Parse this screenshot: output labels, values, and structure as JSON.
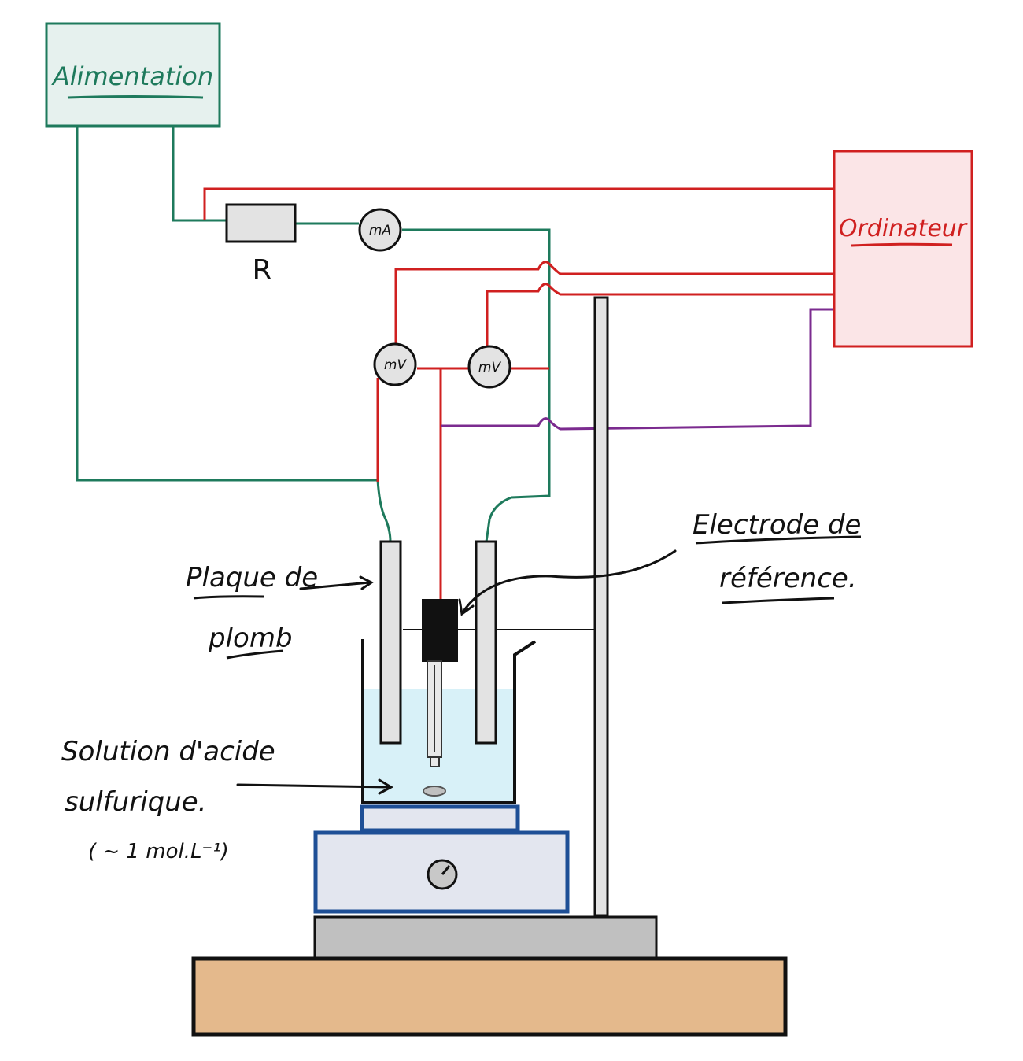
{
  "boxes": {
    "power_supply": "Alimentation",
    "computer": "Ordinateur"
  },
  "components": {
    "resistor": "R",
    "ammeter": "mA",
    "voltmeter_1": "mV",
    "voltmeter_2": "mV"
  },
  "labels": {
    "lead_plate_line1": "Plaque de",
    "lead_plate_line2": "plomb",
    "reference_electrode_line1": "Electrode de",
    "reference_electrode_line2": "référence.",
    "solution_line1": "Solution d'acide",
    "solution_line2": "sulfurique.",
    "concentration": "( ~ 1 mol.L⁻¹)"
  },
  "colors": {
    "power_wire": "#1e7a5c",
    "computer_wire": "#d02020",
    "signal_wire": "#7b2b8f",
    "power_box_fill": "#e6f1ee",
    "computer_box_fill": "#fbe5e7",
    "solution": "#d8f1f8",
    "stirrer_frame": "#1e4f96",
    "bench": "#e4b98c"
  }
}
